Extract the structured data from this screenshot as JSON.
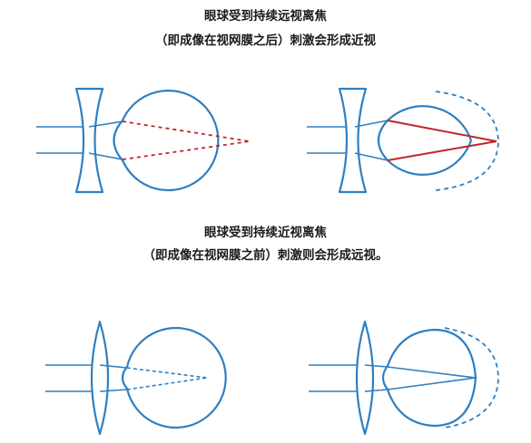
{
  "top_caption": {
    "line1": "眼球受到持续远视离焦",
    "line2": "（即成像在视网膜之后）刺激会形成近视"
  },
  "bottom_caption": {
    "line1": "眼球受到持续近视离焦",
    "line2": "（即成像在视网膜之前）刺激则会形成远视。"
  },
  "colors": {
    "optics_blue": "#2f7fc1",
    "ray_red": "#c0262d",
    "text": "#1a1a1a"
  }
}
